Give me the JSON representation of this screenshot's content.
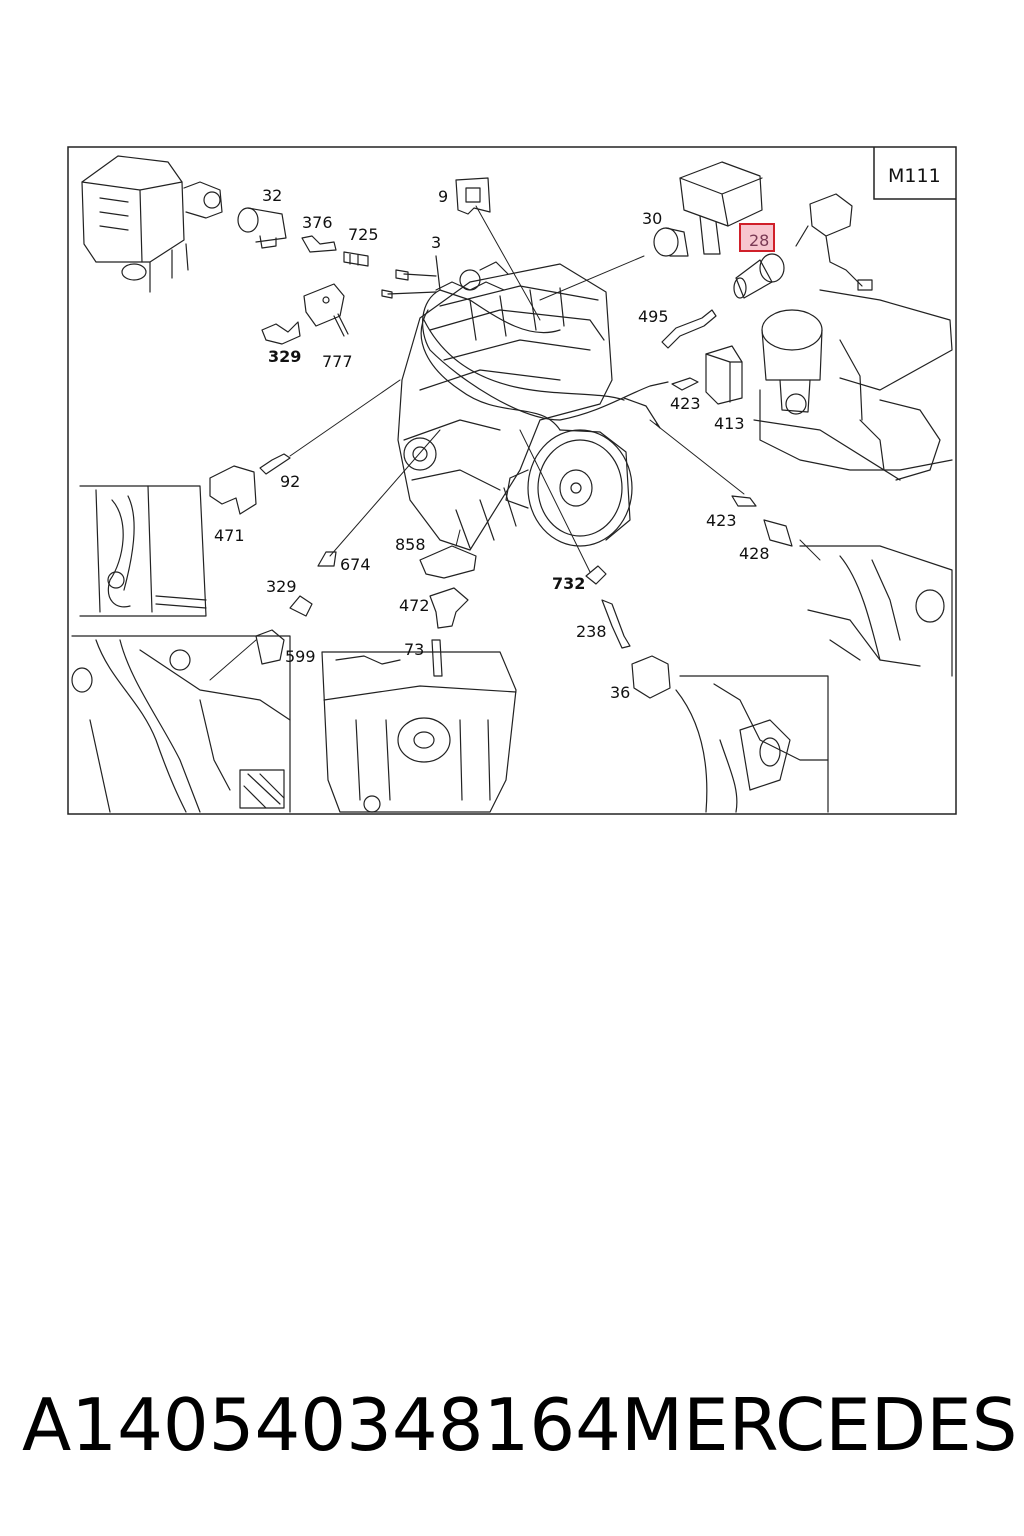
{
  "diagram": {
    "model_code": "M111",
    "highlighted_part": "28",
    "callouts": {
      "c32": "32",
      "c376": "376",
      "c725": "725",
      "c9": "9",
      "c3": "3",
      "c30": "30",
      "c28": "28",
      "c495": "495",
      "c329a": "329",
      "c777": "777",
      "c423a": "423",
      "c413": "413",
      "c92": "92",
      "c471": "471",
      "c858": "858",
      "c674": "674",
      "c329b": "329",
      "c732": "732",
      "c423b": "423",
      "c428": "428",
      "c472": "472",
      "c238": "238",
      "c599": "599",
      "c73": "73",
      "c36": "36"
    }
  },
  "footer": {
    "part_number": "A140540348164",
    "brand": "MERCEDES"
  }
}
